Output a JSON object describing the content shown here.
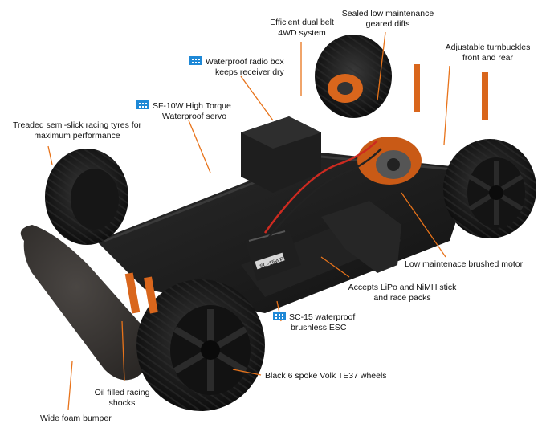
{
  "labels": {
    "dual_belt": [
      "Efficient dual belt",
      "4WD system"
    ],
    "diffs": [
      "Sealed low maintenance",
      "geared diffs"
    ],
    "turnbuckles": [
      "Adjustable turnbuckles",
      "front and rear"
    ],
    "radio_box": [
      "Waterproof radio box",
      "keeps receiver dry"
    ],
    "servo": [
      "SF-10W High Torque",
      "Waterproof servo"
    ],
    "tyres": [
      "Treaded semi-slick racing tyres for",
      "maximum performance"
    ],
    "motor": "Low maintenace brushed motor",
    "battery": [
      "Accepts LiPo and NiMH stick",
      "and race packs"
    ],
    "esc": [
      "SC-15 waterproof",
      "brushless ESC"
    ],
    "wheels": "Black 6 spoke Volk TE37 wheels",
    "shocks": [
      "Oil filled racing",
      "shocks"
    ],
    "bumper": "Wide foam bumper"
  },
  "esc_sticker_text": "SC-15WP",
  "colors": {
    "leader": "#e8731a",
    "waterproof_badge": "#1e88d6",
    "chassis": "#1b1b1b",
    "accent_orange": "#d9661c"
  },
  "icons": [
    "waterproof-badge-icon"
  ]
}
